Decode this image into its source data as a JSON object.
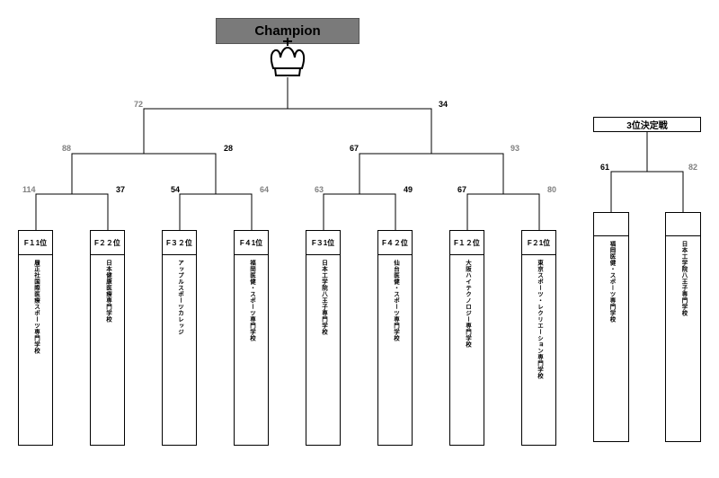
{
  "title": "Champion",
  "third_place_title": "3位決定戦",
  "teams": [
    {
      "seed": "F１1位",
      "name": "履正社国際医療スポーツ専門学校"
    },
    {
      "seed": "F２２位",
      "name": "日本健康医療専門学校"
    },
    {
      "seed": "F３２位",
      "name": "アップルスポーツカレッジ"
    },
    {
      "seed": "F４1位",
      "name": "福岡医健・スポーツ専門学校"
    },
    {
      "seed": "F３1位",
      "name": "日本工学院八王子専門学校"
    },
    {
      "seed": "F４２位",
      "name": "仙台医健・スポーツ専門学校"
    },
    {
      "seed": "F１２位",
      "name": "大阪ハイテクノロジー専門学校"
    },
    {
      "seed": "F２1位",
      "name": "東京スポーツ・レクリエーション専門学校"
    }
  ],
  "third_place_teams": [
    {
      "name": "福岡医健・スポーツ専門学校"
    },
    {
      "name": "日本工学院八王子専門学校"
    }
  ],
  "scores": {
    "r1": [
      "114",
      "37",
      "54",
      "64",
      "63",
      "49",
      "67",
      "80"
    ],
    "semi": [
      "88",
      "28",
      "67",
      "93"
    ],
    "final": [
      "72",
      "34"
    ],
    "third": [
      "61",
      "82"
    ]
  },
  "colors": {
    "banner": "#7a7a7a",
    "line": "#000000",
    "winner_score": "#000000",
    "loser_score": "#808080"
  },
  "icons": {
    "crown": "crown-icon"
  }
}
